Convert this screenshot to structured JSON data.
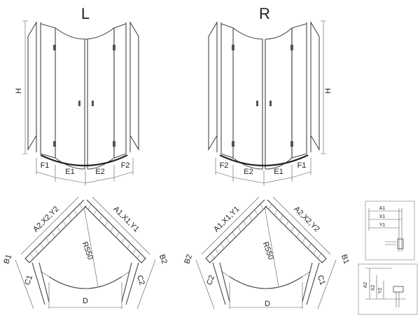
{
  "front_views": {
    "left": {
      "title": "L",
      "height": "H",
      "widths": [
        "F1",
        "E1",
        "E2",
        "F2"
      ]
    },
    "right": {
      "title": "R",
      "height": "H",
      "widths": [
        "F2",
        "E2",
        "E1",
        "F1"
      ]
    }
  },
  "plan_views": {
    "left": {
      "wall_a": "A2,X2,Y2",
      "wall_b": "A1,X1,Y1",
      "side_a": "B1",
      "side_b": "B2",
      "panel_a": "C1",
      "panel_b": "C2",
      "radius": "R550",
      "opening": "D"
    },
    "right": {
      "wall_a": "A1,X1,Y1",
      "wall_b": "A2,X2,Y2",
      "side_a": "B2",
      "side_b": "B1",
      "panel_a": "C2",
      "panel_b": "C1",
      "radius": "R550",
      "opening": "D"
    }
  },
  "details": {
    "top": [
      "A1",
      "X1",
      "Y1"
    ],
    "bottom": [
      "A2",
      "X2",
      "Y2"
    ]
  }
}
